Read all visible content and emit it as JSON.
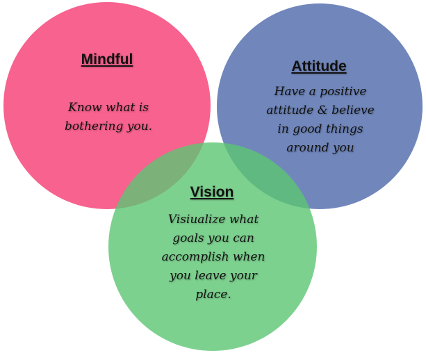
{
  "circles": [
    {
      "id": "mindful",
      "title": "Mindful",
      "lines": [
        "Know what is",
        "bothering you."
      ],
      "color": "#f7628f"
    },
    {
      "id": "attitude",
      "title": "Attitude",
      "lines": [
        "Have a positive",
        "attitude & believe",
        "in good things",
        "around you"
      ],
      "color": "#7187bb"
    },
    {
      "id": "vision",
      "title": "Vision",
      "lines": [
        "Visiualize what",
        "goals you can",
        "accomplish when",
        "you leave your",
        "place."
      ],
      "color": "#5cc673"
    }
  ]
}
